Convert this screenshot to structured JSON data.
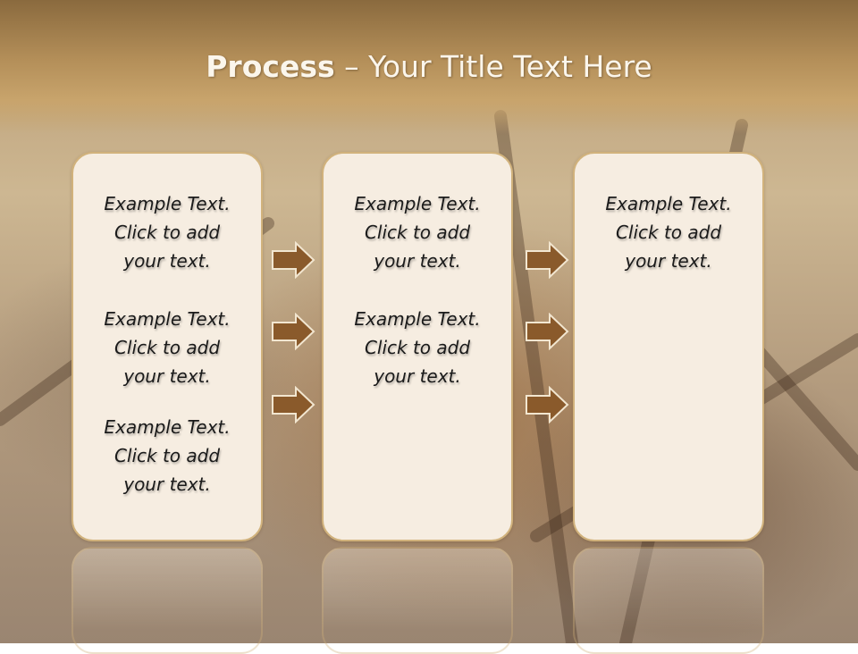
{
  "slide": {
    "title_bold": "Process",
    "title_rest": " – Your Title Text Here"
  },
  "columns": [
    {
      "items": [
        {
          "line1": "Example Text.",
          "line2": "Click  to add",
          "line3": "your text."
        },
        {
          "line1": "Example Text.",
          "line2": "Click  to add",
          "line3": "your text."
        },
        {
          "line1": "Example Text.",
          "line2": "Click  to add",
          "line3": "your text."
        }
      ]
    },
    {
      "items": [
        {
          "line1": "Example Text.",
          "line2": "Click  to add",
          "line3": "your text."
        },
        {
          "line1": "Example Text.",
          "line2": "Click  to add",
          "line3": "your text."
        }
      ]
    },
    {
      "items": [
        {
          "line1": "Example Text.",
          "line2": "Click  to add",
          "line3": "your text."
        }
      ]
    }
  ],
  "colors": {
    "arrow_fill": "#8a5a2b",
    "arrow_stroke": "#f2e6d0",
    "box_border": "#d1b27c"
  }
}
